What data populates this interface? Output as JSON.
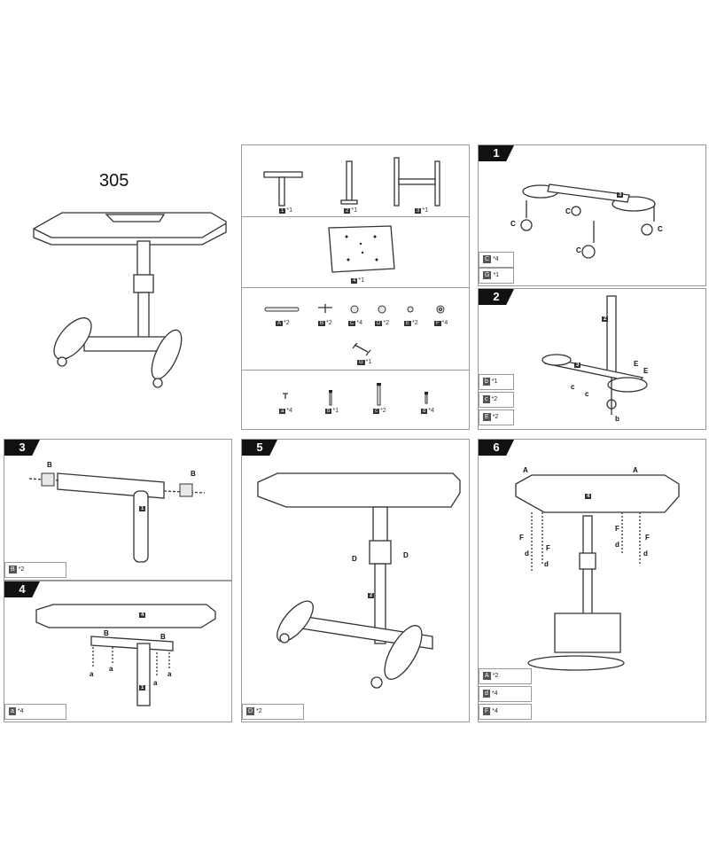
{
  "model": "305",
  "parts": {
    "p1": {
      "code": "1",
      "count": "*1"
    },
    "p2": {
      "code": "2",
      "count": "*1"
    },
    "p3": {
      "code": "3",
      "count": "*1"
    },
    "p4": {
      "code": "4",
      "count": "*1"
    }
  },
  "hardware_row1": [
    {
      "code": "A",
      "count": "*2"
    },
    {
      "code": "B",
      "count": "*2"
    },
    {
      "code": "C",
      "count": "*4"
    },
    {
      "code": "D",
      "count": "*2"
    },
    {
      "code": "E",
      "count": "*2"
    },
    {
      "code": "F",
      "count": "*4"
    }
  ],
  "hardware_g": {
    "code": "G",
    "count": "*1"
  },
  "screws": [
    {
      "code": "a",
      "count": "*4"
    },
    {
      "code": "b",
      "count": "*1"
    },
    {
      "code": "c",
      "count": "*2"
    },
    {
      "code": "d",
      "count": "*4"
    }
  ],
  "steps": {
    "s1": {
      "number": "1",
      "materials": [
        {
          "code": "C",
          "count": "*4"
        },
        {
          "code": "G",
          "count": "*1"
        }
      ],
      "labels": {
        "c": "C",
        "part": "3"
      }
    },
    "s2": {
      "number": "2",
      "materials": [
        {
          "code": "b",
          "count": "*1"
        },
        {
          "code": "c",
          "count": "*2"
        },
        {
          "code": "E",
          "count": "*2"
        }
      ],
      "labels": {
        "e": "E",
        "c": "c",
        "b": "b",
        "part2": "2",
        "part3": "3"
      }
    },
    "s3": {
      "number": "3",
      "materials": [
        {
          "code": "B",
          "count": "*2"
        }
      ],
      "labels": {
        "b": "B",
        "part": "1"
      }
    },
    "s4": {
      "number": "4",
      "materials": [
        {
          "code": "a",
          "count": "*4"
        }
      ],
      "labels": {
        "b": "B",
        "a": "a",
        "part4": "4",
        "part1": "1"
      }
    },
    "s5": {
      "number": "5",
      "materials": [
        {
          "code": "D",
          "count": "*2"
        }
      ],
      "labels": {
        "d": "D",
        "part": "2"
      }
    },
    "s6": {
      "number": "6",
      "materials": [
        {
          "code": "A",
          "count": "*2"
        },
        {
          "code": "d",
          "count": "*4"
        },
        {
          "code": "F",
          "count": "*4"
        }
      ],
      "labels": {
        "a": "A",
        "f": "F",
        "d": "d",
        "part": "4"
      }
    }
  }
}
